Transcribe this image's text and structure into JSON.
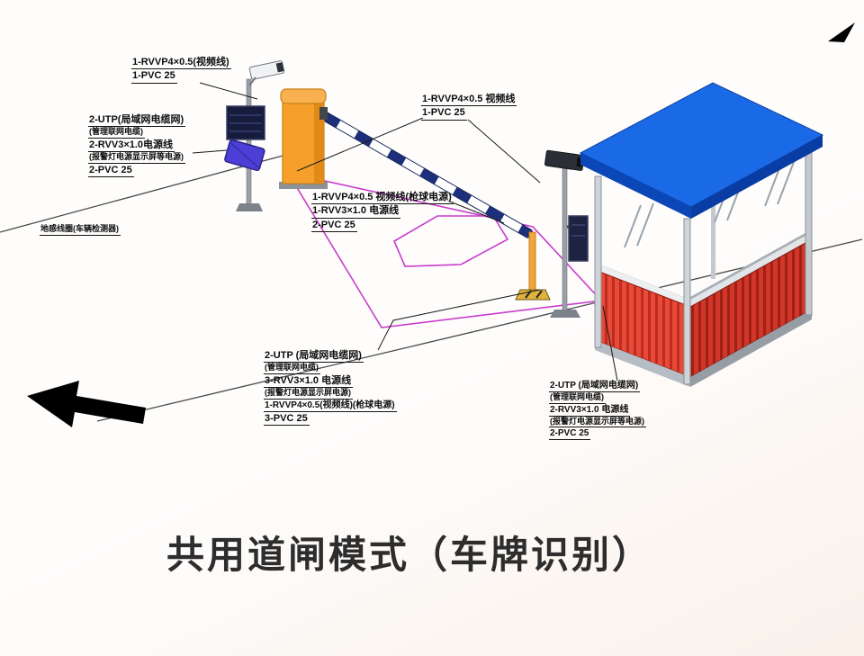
{
  "title": "共用道闸模式（车牌识别）",
  "labels": {
    "cam1": [
      "1-RVVP4×0.5(视频线)",
      "1-PVC 25"
    ],
    "led1": [
      "2-UTP(局域网电缆网)",
      "(管理联网电缆)",
      "2-RVV3×1.0电源线",
      "(报警灯电源显示屏等电源)",
      "2-PVC 25"
    ],
    "cam2": [
      "1-RVVP4×0.5 视频线",
      "1-PVC 25"
    ],
    "mid": [
      "1-RVVP4×0.5 视频线(枪球电源)",
      "1-RVV3×1.0 电源线",
      "2-PVC 25"
    ],
    "loop": [
      "地感线圈(车辆检测器)"
    ],
    "bottom": [
      "2-UTP (局域网电缆网)",
      "(管理联网电缆)",
      "3-RVV3×1.0 电源线",
      "(报警灯电源显示屏电源)",
      "1-RVVP4×0.5(视频线)(枪球电源)",
      "3-PVC 25"
    ],
    "booth": [
      "2-UTP (局域网电缆网)",
      "(管理联网电缆)",
      "2-RVV3×1.0 电源线",
      "(报警灯电源显示屏等电源)",
      "2-PVC 25"
    ]
  },
  "colors": {
    "roof_blue": "#1a6ae8",
    "panel_red": "#e63c2f",
    "cabinet_orange": "#f6a02b",
    "detection_magenta": "#c83ccc"
  }
}
